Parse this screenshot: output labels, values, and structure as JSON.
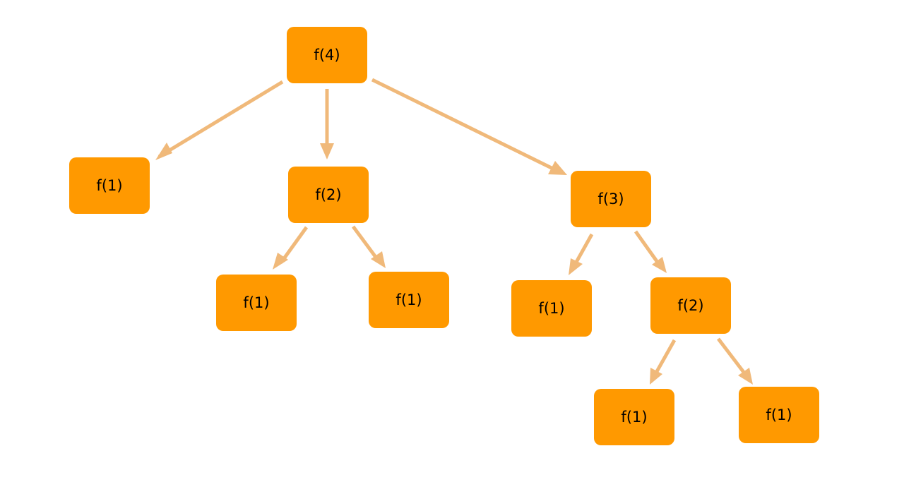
{
  "colors": {
    "node_fill": "#ff9900",
    "edge": "#f0b97a",
    "text": "#000000",
    "background": "#ffffff"
  },
  "nodes": [
    {
      "label": "f(4)"
    },
    {
      "label": "f(1)"
    },
    {
      "label": "f(2)"
    },
    {
      "label": "f(3)"
    },
    {
      "label": "f(1)"
    },
    {
      "label": "f(1)"
    },
    {
      "label": "f(1)"
    },
    {
      "label": "f(2)"
    },
    {
      "label": "f(1)"
    },
    {
      "label": "f(1)"
    }
  ],
  "edges": [
    {
      "from": 0,
      "to": 1
    },
    {
      "from": 0,
      "to": 2
    },
    {
      "from": 0,
      "to": 3
    },
    {
      "from": 2,
      "to": 4
    },
    {
      "from": 2,
      "to": 5
    },
    {
      "from": 3,
      "to": 6
    },
    {
      "from": 3,
      "to": 7
    },
    {
      "from": 7,
      "to": 8
    },
    {
      "from": 7,
      "to": 9
    }
  ]
}
